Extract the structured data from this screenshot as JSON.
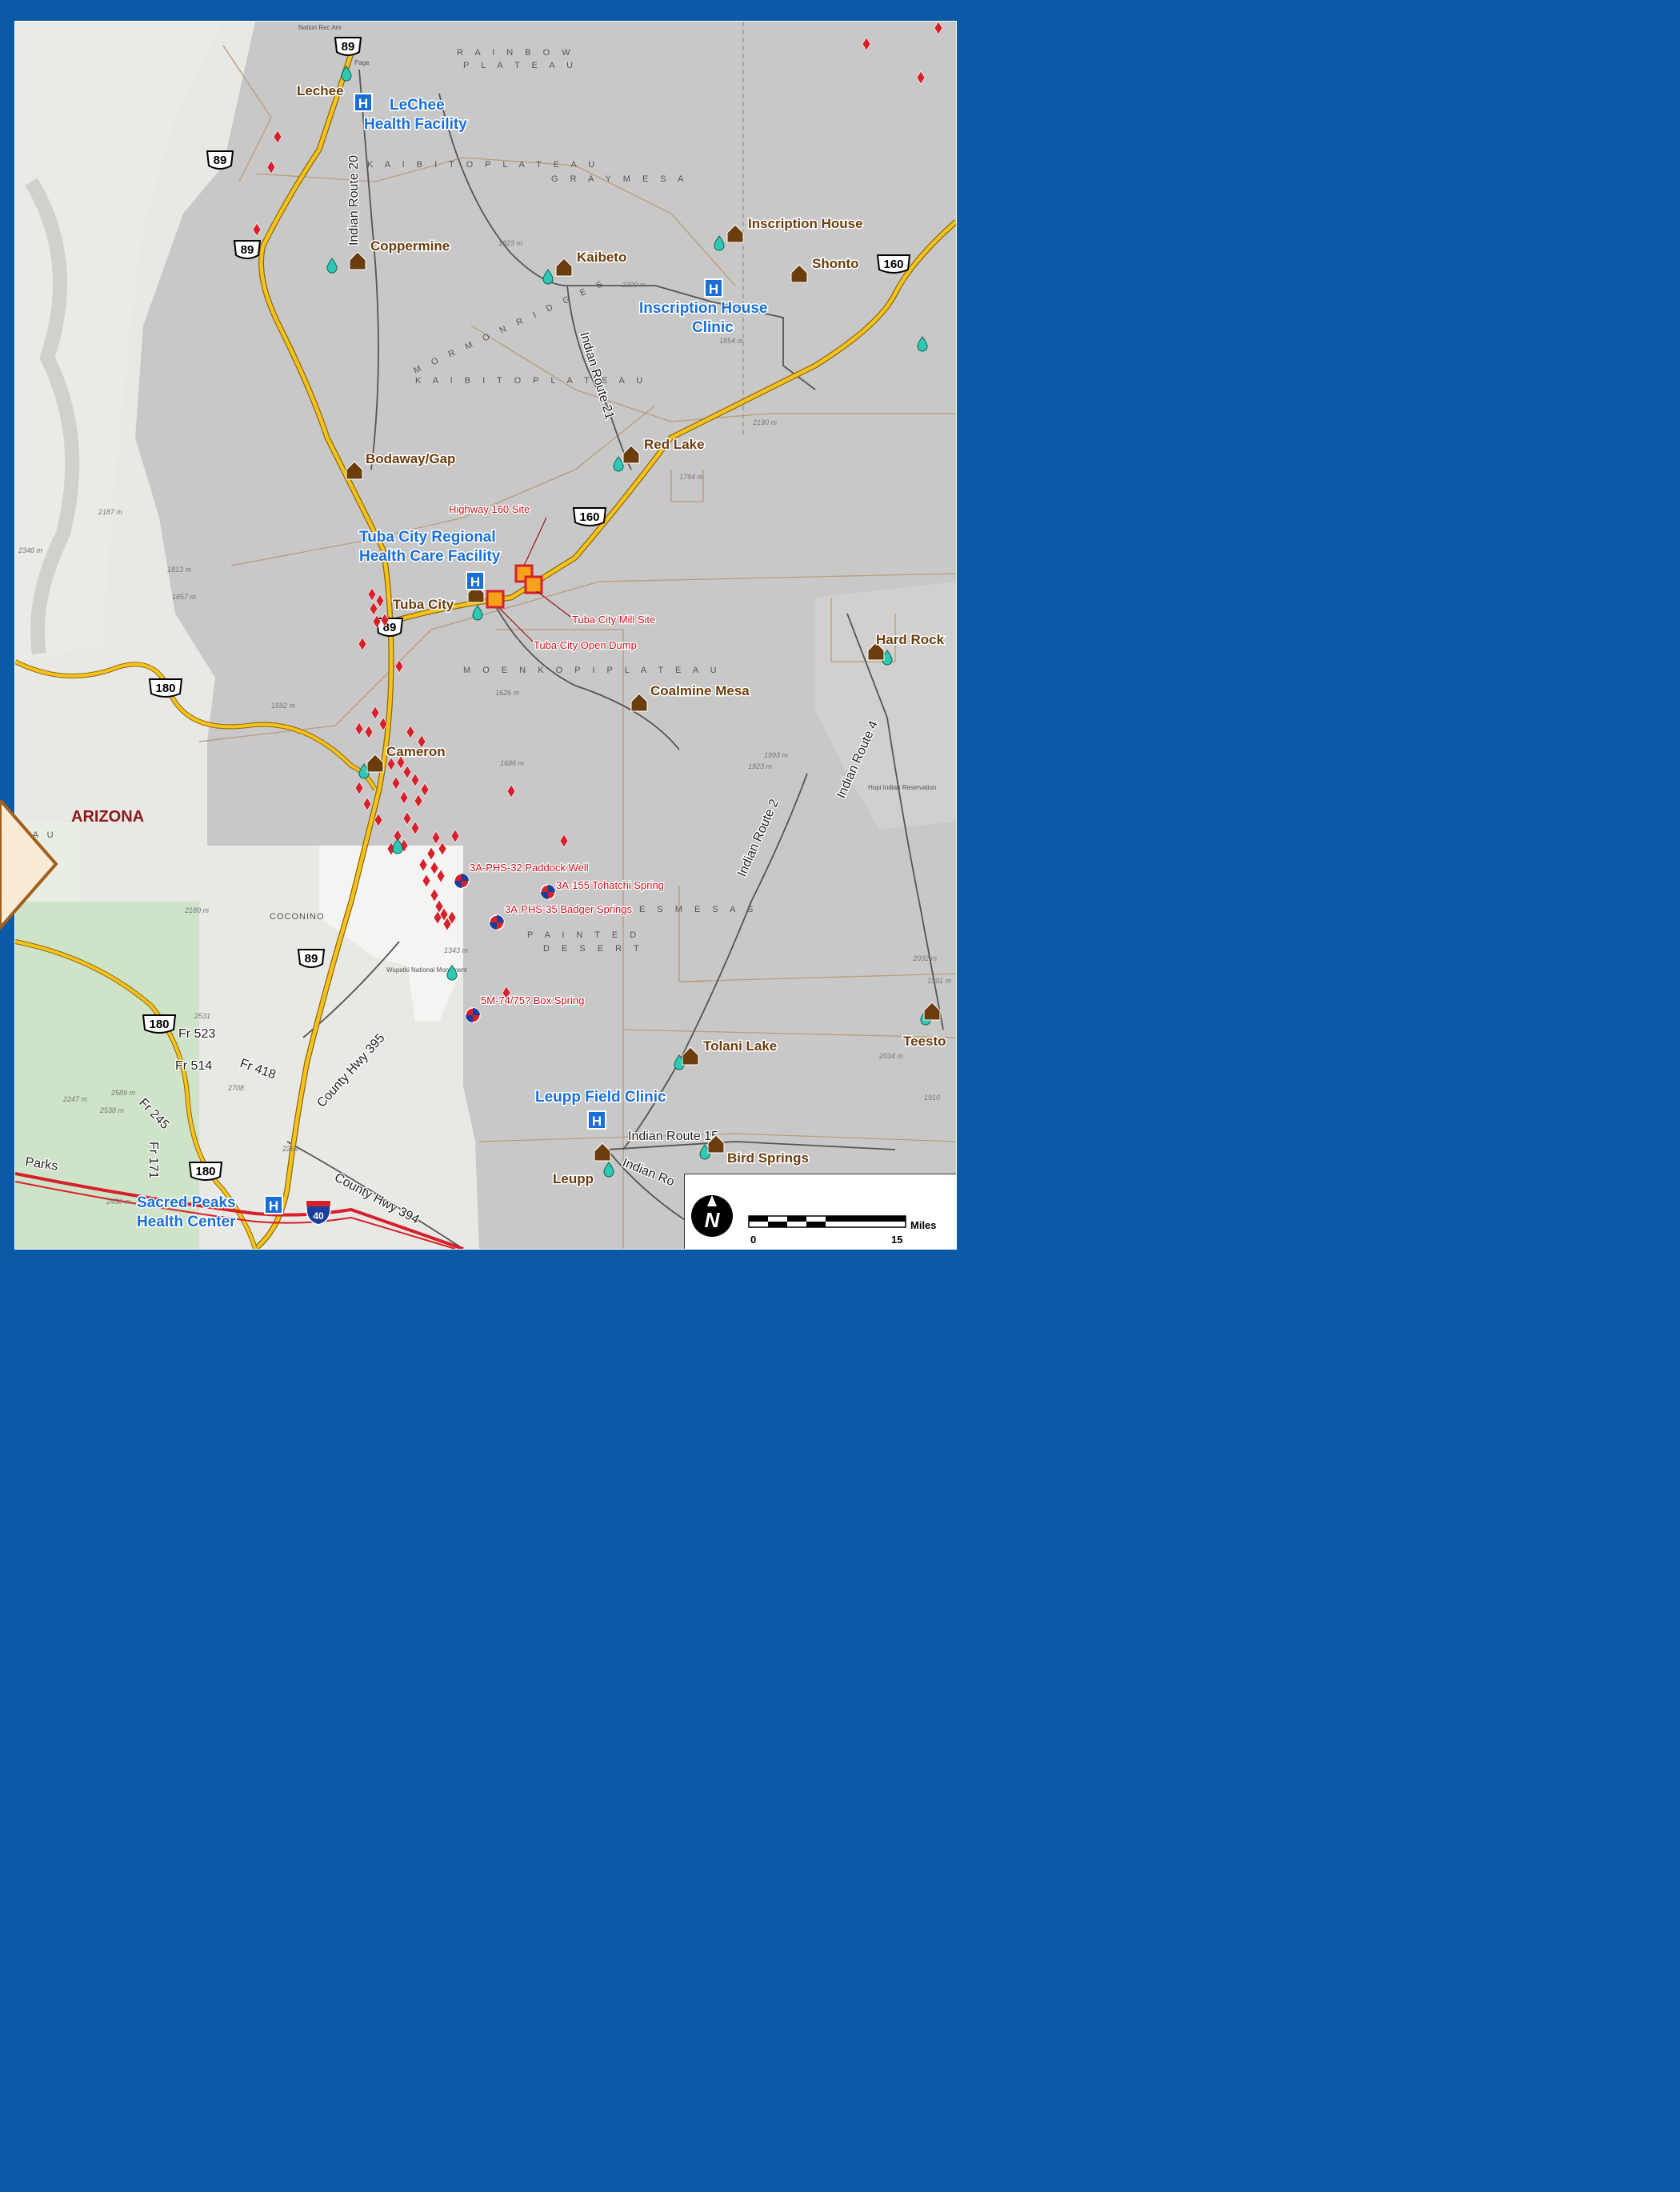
{
  "map": {
    "state_label": "ARIZONA",
    "accent_frame_color": "#0a5aa6",
    "reservation_fill": "#c9c8c8",
    "highway_color": "#f7c21b",
    "interstate_color": "#d6202a"
  },
  "communities": [
    {
      "id": "lechee",
      "label": "Lechee"
    },
    {
      "id": "coppermine",
      "label": "Coppermine"
    },
    {
      "id": "kaibeto",
      "label": "Kaibeto"
    },
    {
      "id": "inscription-house",
      "label": "Inscription House"
    },
    {
      "id": "shonto",
      "label": "Shonto"
    },
    {
      "id": "bodaway",
      "label": "Bodaway/Gap"
    },
    {
      "id": "red-lake",
      "label": "Red Lake"
    },
    {
      "id": "tuba-city",
      "label": "Tuba City"
    },
    {
      "id": "coalmine",
      "label": "Coalmine Mesa"
    },
    {
      "id": "hard-rock",
      "label": "Hard Rock"
    },
    {
      "id": "cameron",
      "label": "Cameron"
    },
    {
      "id": "tolani",
      "label": "Tolani Lake"
    },
    {
      "id": "teesto",
      "label": "Teesto"
    },
    {
      "id": "bird-springs",
      "label": "Bird Springs"
    },
    {
      "id": "leupp",
      "label": "Leupp"
    }
  ],
  "health_facilities": [
    {
      "id": "lechee-hf",
      "line1": "LeChee",
      "line2": "Health Facility"
    },
    {
      "id": "inscription-clinic",
      "line1": "Inscription House",
      "line2": "Clinic"
    },
    {
      "id": "tuba-city-regional",
      "line1": "Tuba City Regional",
      "line2": "Health Care Facility"
    },
    {
      "id": "leupp-clinic",
      "line1": "Leupp Field Clinic",
      "line2": ""
    },
    {
      "id": "sacred-peaks",
      "line1": "Sacred Peaks",
      "line2": "Health Center"
    }
  ],
  "sites": [
    {
      "id": "hwy160",
      "label": "Highway 160 Site"
    },
    {
      "id": "mill",
      "label": "Tuba City Mill Site"
    },
    {
      "id": "dump",
      "label": "Tuba City Open Dump"
    },
    {
      "id": "paddock",
      "label": "3A-PHS-32 Paddock Well"
    },
    {
      "id": "tohatchi",
      "label": "3A-155 Tohatchi Spring"
    },
    {
      "id": "badger",
      "label": "3A-PHS-35  Badger Springs"
    },
    {
      "id": "box",
      "label": "5M-74/75? Box Spring"
    }
  ],
  "roads": {
    "ir20": "Indian Route 20",
    "ir21": "Indian Route 21",
    "ir2": "Indian Route 2",
    "ir4": "Indian Route 4",
    "ir15": "Indian Route 15",
    "ir_ro": "Indian Ro",
    "chwy395": "County Hwy 395",
    "chwy394": "County Hwy 394",
    "fr523": "Fr 523",
    "fr514": "Fr 514",
    "fr418": "Fr 418",
    "fr245": "Fr 245",
    "fr171": "Fr 171",
    "parks": "Parks"
  },
  "shields": {
    "us89": "89",
    "us160": "160",
    "us180": "180",
    "i40": "40"
  },
  "terrain": {
    "rainbow1": "R A I N B O W",
    "rainbow2": "P L A T E A U",
    "kaibito1": "K A I B I T O   P L A T E A U",
    "graymesa": "G R A Y   M E S A",
    "mormon": "M O R M O N   R I D G E S",
    "kaibito2": "K A I B I T O   P L A T E A U",
    "moenkopi": "M O E N K O P I   P L A T E A U",
    "painted1": "P A I N T E D",
    "painted2": "D E S E R T",
    "mesas": "E S   M E S A S",
    "coconino": "COCONINO",
    "eau": "E A U"
  },
  "elevations": [
    "1823 m",
    "2200 m",
    "1854 m",
    "2190 m",
    "1794 m",
    "2187 m",
    "1813 m",
    "1857 m",
    "1592 m",
    "1626 m",
    "1686 m",
    "1993 m",
    "1923 m",
    "2180 m",
    "1343 m",
    "2032 m",
    "1991 m",
    "2034 m",
    "1910",
    "2247 m",
    "2589 m",
    "2538 m",
    "2708",
    "2264",
    "2450 m",
    "2531",
    "2346 m"
  ],
  "small_labels": {
    "wupatki": "Wupatki National Monument",
    "hopi": "Hopi Indian Reservation",
    "natrec": "Nation Rec Are",
    "page": "Page"
  },
  "scale": {
    "unit": "Miles",
    "start": "0",
    "end": "15",
    "north": "N"
  }
}
